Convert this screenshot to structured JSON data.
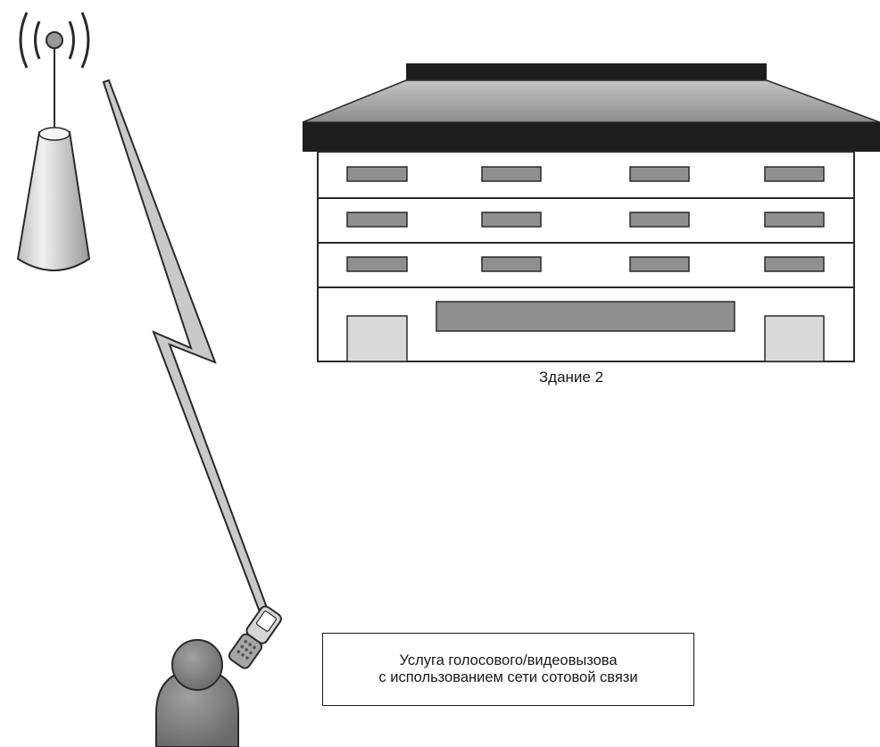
{
  "building": {
    "label": "Здание 2"
  },
  "service_box": {
    "line1": "Услуга голосового/видеовызова",
    "line2": "с использованием сети сотовой связи"
  },
  "colors": {
    "roof_dark": "#1e1e1e",
    "roof_gray": "#a9a9a9",
    "window_gray": "#8f8f8f",
    "door_light": "#d9d9d9",
    "lightning": "#c9c9c9",
    "person": "#858585",
    "outline": "#2a2a2a"
  }
}
